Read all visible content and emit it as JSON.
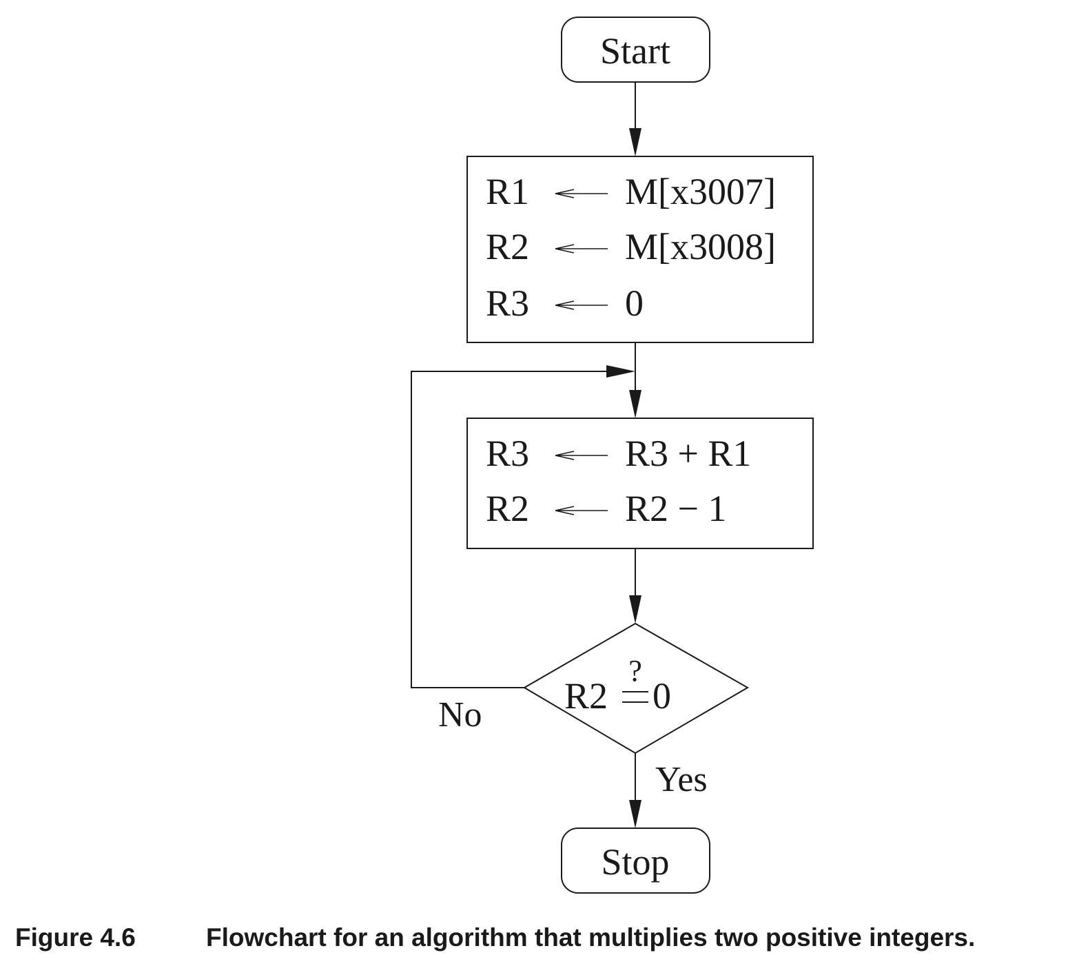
{
  "diagram": {
    "start_label": "Start",
    "stop_label": "Stop",
    "init_block": [
      {
        "dest": "R1",
        "src": "M[x3007]"
      },
      {
        "dest": "R2",
        "src": "M[x3008]"
      },
      {
        "dest": "R3",
        "src": "0"
      }
    ],
    "loop_block": [
      {
        "dest": "R3",
        "src": "R3 + R1"
      },
      {
        "dest": "R2",
        "src": "R2 − 1"
      }
    ],
    "decision": {
      "left": "R2",
      "mark": "?",
      "right": "0"
    },
    "branch_no": "No",
    "branch_yes": "Yes"
  },
  "caption": {
    "label": "Figure 4.6",
    "text": "Flowchart for an algorithm that multiplies two positive integers."
  }
}
